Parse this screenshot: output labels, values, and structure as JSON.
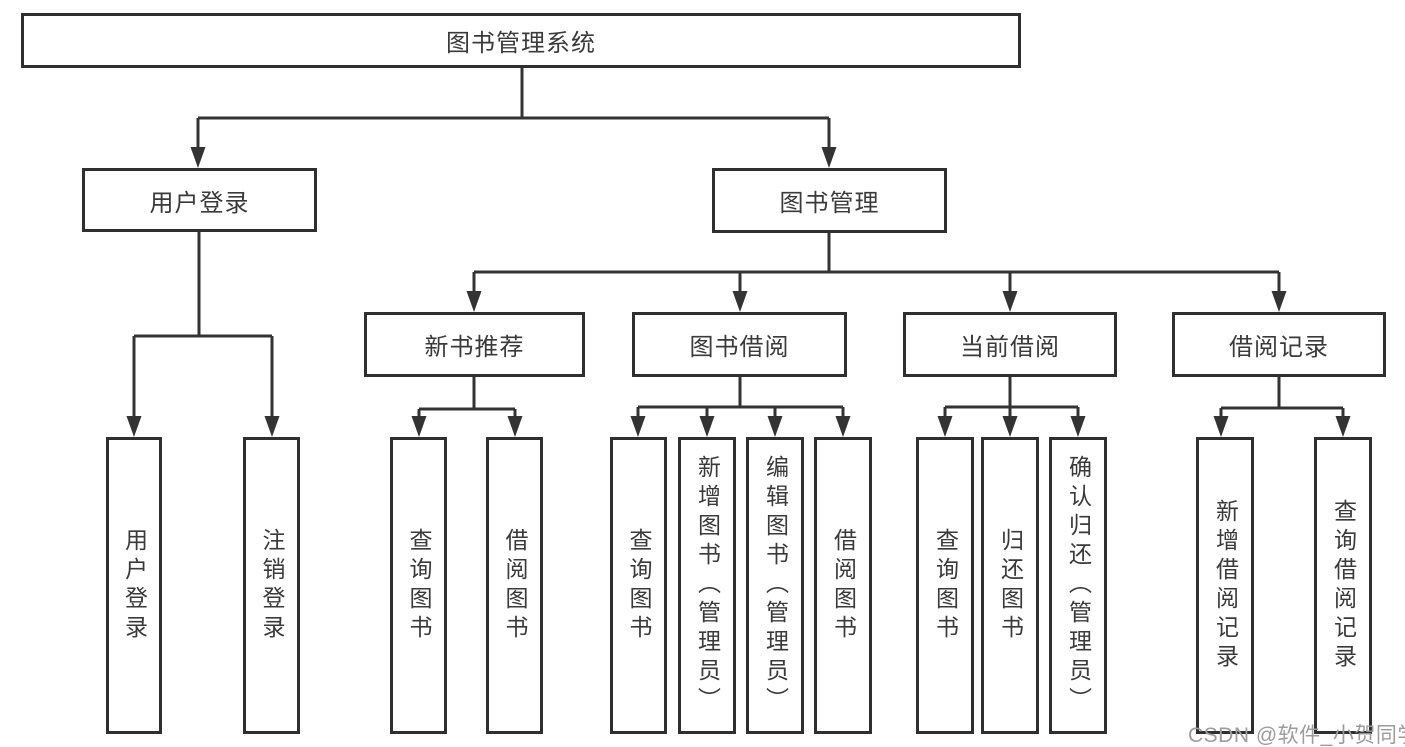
{
  "diagram": {
    "root": {
      "label": "图书管理系统"
    },
    "level2": [
      {
        "label": "用户登录"
      },
      {
        "label": "图书管理"
      }
    ],
    "level3": [
      {
        "label": "新书推荐",
        "parent": "图书管理"
      },
      {
        "label": "图书借阅",
        "parent": "图书管理"
      },
      {
        "label": "当前借阅",
        "parent": "图书管理"
      },
      {
        "label": "借阅记录",
        "parent": "图书管理"
      }
    ],
    "leaves": [
      {
        "label": "用户登录",
        "parent": "用户登录"
      },
      {
        "label": "注销登录",
        "parent": "用户登录"
      },
      {
        "label": "查询图书",
        "parent": "新书推荐"
      },
      {
        "label": "借阅图书",
        "parent": "新书推荐"
      },
      {
        "label": "查询图书",
        "parent": "图书借阅"
      },
      {
        "label": "新增图书（管理员）",
        "parent": "图书借阅"
      },
      {
        "label": "编辑图书（管理员）",
        "parent": "图书借阅"
      },
      {
        "label": "借阅图书",
        "parent": "图书借阅"
      },
      {
        "label": "查询图书",
        "parent": "当前借阅"
      },
      {
        "label": "归还图书",
        "parent": "当前借阅"
      },
      {
        "label": "确认归还（管理员）",
        "parent": "当前借阅"
      },
      {
        "label": "新增借阅记录",
        "parent": "借阅记录"
      },
      {
        "label": "查询借阅记录",
        "parent": "借阅记录"
      }
    ]
  },
  "watermark": {
    "text": "CSDN @软件_小贺同学"
  },
  "colors": {
    "line": "#333333",
    "box_border": "#2f2f2f",
    "text": "#3a3a3a",
    "watermark": "#9c9c9c",
    "background": "#ffffff"
  }
}
